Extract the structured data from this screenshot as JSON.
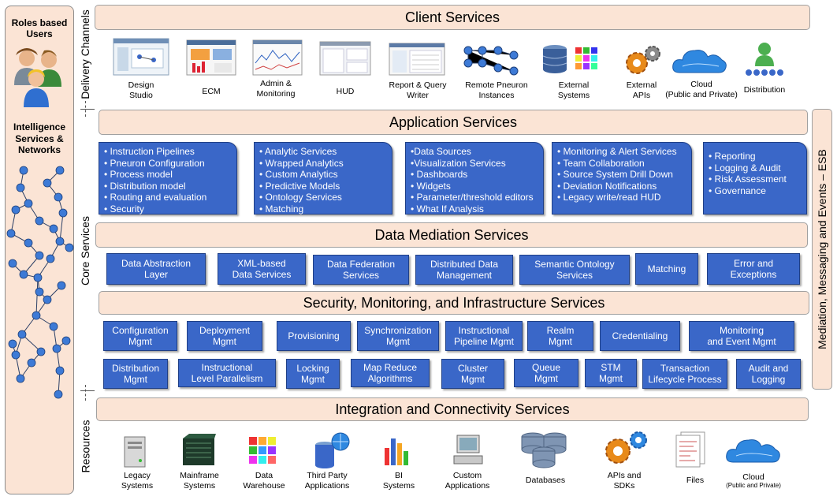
{
  "left_panel": {
    "users_title": "Roles based\nUsers",
    "intel_title": "Intelligence\nServices &\nNetworks"
  },
  "side_labels": {
    "delivery": "Delivery Channels",
    "core": "Core Services",
    "resources": "Resources",
    "esb": "Mediation, Messaging and Events – ESB"
  },
  "bands": {
    "client": "Client Services",
    "application": "Application Services",
    "data_mediation": "Data Mediation Services",
    "security": "Security, Monitoring, and Infrastructure Services",
    "integration": "Integration and Connectivity Services"
  },
  "delivery_items": [
    {
      "label": "Design\nStudio"
    },
    {
      "label": "ECM"
    },
    {
      "label": "Admin &\nMonitoring"
    },
    {
      "label": "HUD"
    },
    {
      "label": "Report & Query\nWriter"
    },
    {
      "label": "Remote Pneuron\nInstances"
    },
    {
      "label": "External\nSystems"
    },
    {
      "label": "External\nAPIs"
    },
    {
      "label": "Cloud\n(Public and Private)"
    },
    {
      "label": "Distribution"
    }
  ],
  "application_boxes": [
    {
      "items": [
        "• Instruction Pipelines",
        "• Pneuron Configuration",
        "• Process model",
        "• Distribution model",
        "• Routing and evaluation",
        "• Security"
      ]
    },
    {
      "items": [
        "• Analytic Services",
        "• Wrapped Analytics",
        "• Custom Analytics",
        "• Predictive Models",
        "• Ontology Services",
        "• Matching"
      ]
    },
    {
      "items": [
        "•Data Sources",
        "•Visualization Services",
        "• Dashboards",
        "• Widgets",
        "• Parameter/threshold editors",
        "• What If Analysis"
      ]
    },
    {
      "items": [
        "• Monitoring & Alert Services",
        "• Team Collaboration",
        "• Source System Drill Down",
        "• Deviation Notifications",
        "• Legacy  write/read HUD"
      ]
    },
    {
      "items": [
        "• Reporting",
        "• Logging & Audit",
        "• Risk Assessment",
        "• Governance"
      ]
    }
  ],
  "data_mediation_boxes": [
    "Data Abstraction\nLayer",
    "XML-based\nData Services",
    "Data Federation\nServices",
    "Distributed Data\nManagement",
    "Semantic Ontology\nServices",
    "Matching",
    "Error and\nExceptions"
  ],
  "security_row1": [
    "Configuration\nMgmt",
    "Deployment\nMgmt",
    "Provisioning",
    "Synchronization\nMgmt",
    "Instructional\nPipeline Mgmt",
    "Realm\nMgmt",
    "Credentialing",
    "Monitoring\nand Event Mgmt"
  ],
  "security_row2": [
    "Distribution\nMgmt",
    "Instructional\nLevel Parallelism",
    "Locking\nMgmt",
    "Map Reduce\nAlgorithms",
    "Cluster\nMgmt",
    "Queue\nMgmt",
    "STM\nMgmt",
    "Transaction\nLifecycle  Process",
    "Audit and\nLogging"
  ],
  "resource_items": [
    {
      "label": "Legacy\nSystems"
    },
    {
      "label": "Mainframe\nSystems"
    },
    {
      "label": "Data\nWarehouse"
    },
    {
      "label": "Third Party\nApplications"
    },
    {
      "label": "BI\nSystems"
    },
    {
      "label": "Custom\nApplications"
    },
    {
      "label": "Databases"
    },
    {
      "label": "APIs and\nSDKs"
    },
    {
      "label": "Files"
    },
    {
      "label": "Cloud"
    },
    {
      "label": "(Public and Private)"
    }
  ],
  "colors": {
    "box_blue": "#3a67c8",
    "band_fill": "#fbe4d5",
    "node_blue": "#3d7ad6"
  }
}
